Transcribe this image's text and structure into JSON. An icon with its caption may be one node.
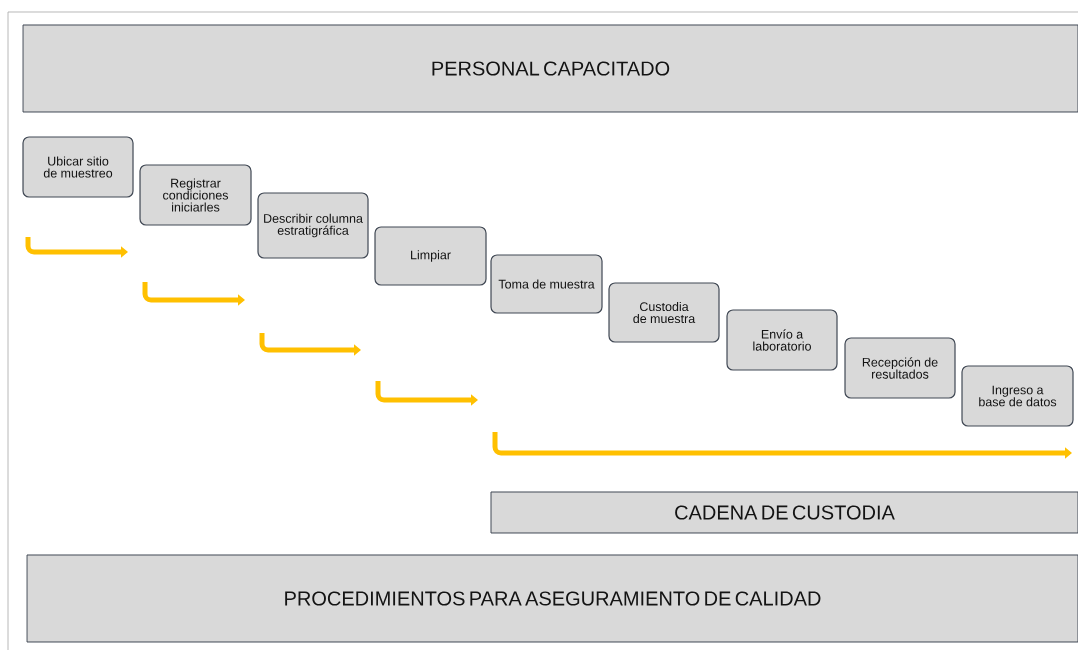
{
  "diagram": {
    "nodes": [
      {
        "text": [
          "PERSONAL CAPACITADO"
        ]
      },
      {
        "text": [
          "Ubicar sitio de muestreo"
        ]
      },
      {
        "text": [
          "Registrar condiciones iniciarles"
        ]
      },
      {
        "text": [
          "Describir columna estratigráfica"
        ]
      },
      {
        "text": [
          "Limpiar"
        ]
      },
      {
        "text": [
          "Toma de muestra"
        ]
      },
      {
        "text": [
          "Custodia de muestra"
        ]
      },
      {
        "text": [
          "Envío a laboratorio"
        ]
      },
      {
        "text": [
          "Recepción de resultados"
        ]
      },
      {
        "text": [
          "Ingreso a base de datos"
        ]
      },
      {
        "text": [
          "CADENA DE CUSTODIA"
        ]
      },
      {
        "text": [
          "PROCEDIMIENTOS PARA ASEGURAMIENTO DE CALIDAD"
        ]
      }
    ]
  }
}
